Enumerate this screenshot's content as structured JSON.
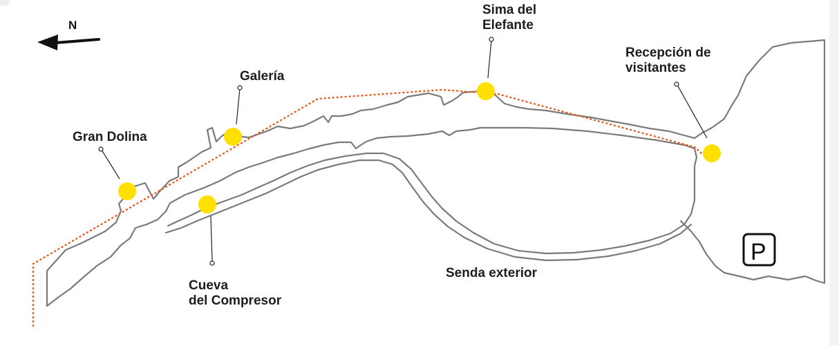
{
  "compass": {
    "label": "N",
    "icon": "arrow-left-icon"
  },
  "colors": {
    "site_marker": "#ffe000",
    "route": "#e55a1c",
    "outline": "#7a7a7a",
    "text": "#1d1d1d"
  },
  "sites": [
    {
      "id": "gran-dolina",
      "label_lines": [
        "Gran Dolina"
      ]
    },
    {
      "id": "galeria",
      "label_lines": [
        "Galería"
      ]
    },
    {
      "id": "sima-del-elefante",
      "label_lines": [
        "Sima del",
        "Elefante"
      ]
    },
    {
      "id": "recepcion",
      "label_lines": [
        "Recepción de",
        "visitantes"
      ]
    },
    {
      "id": "cueva-del-compresor",
      "label_lines": [
        "Cueva",
        "del Compresor"
      ]
    }
  ],
  "path_label": "Senda exterior",
  "parking": {
    "label": "P",
    "icon": "parking-icon"
  }
}
